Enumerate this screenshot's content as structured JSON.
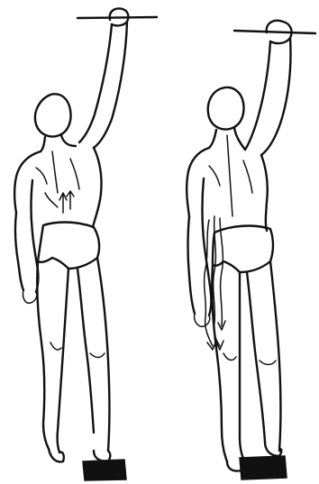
{
  "illustration": {
    "ink_color": "#111111",
    "background_color": "#ffffff",
    "figures": [
      {
        "name": "left-figure",
        "icon": "hanging-man-back-view"
      },
      {
        "name": "right-figure",
        "icon": "hanging-man-back-view-with-pain-arrows"
      }
    ]
  }
}
